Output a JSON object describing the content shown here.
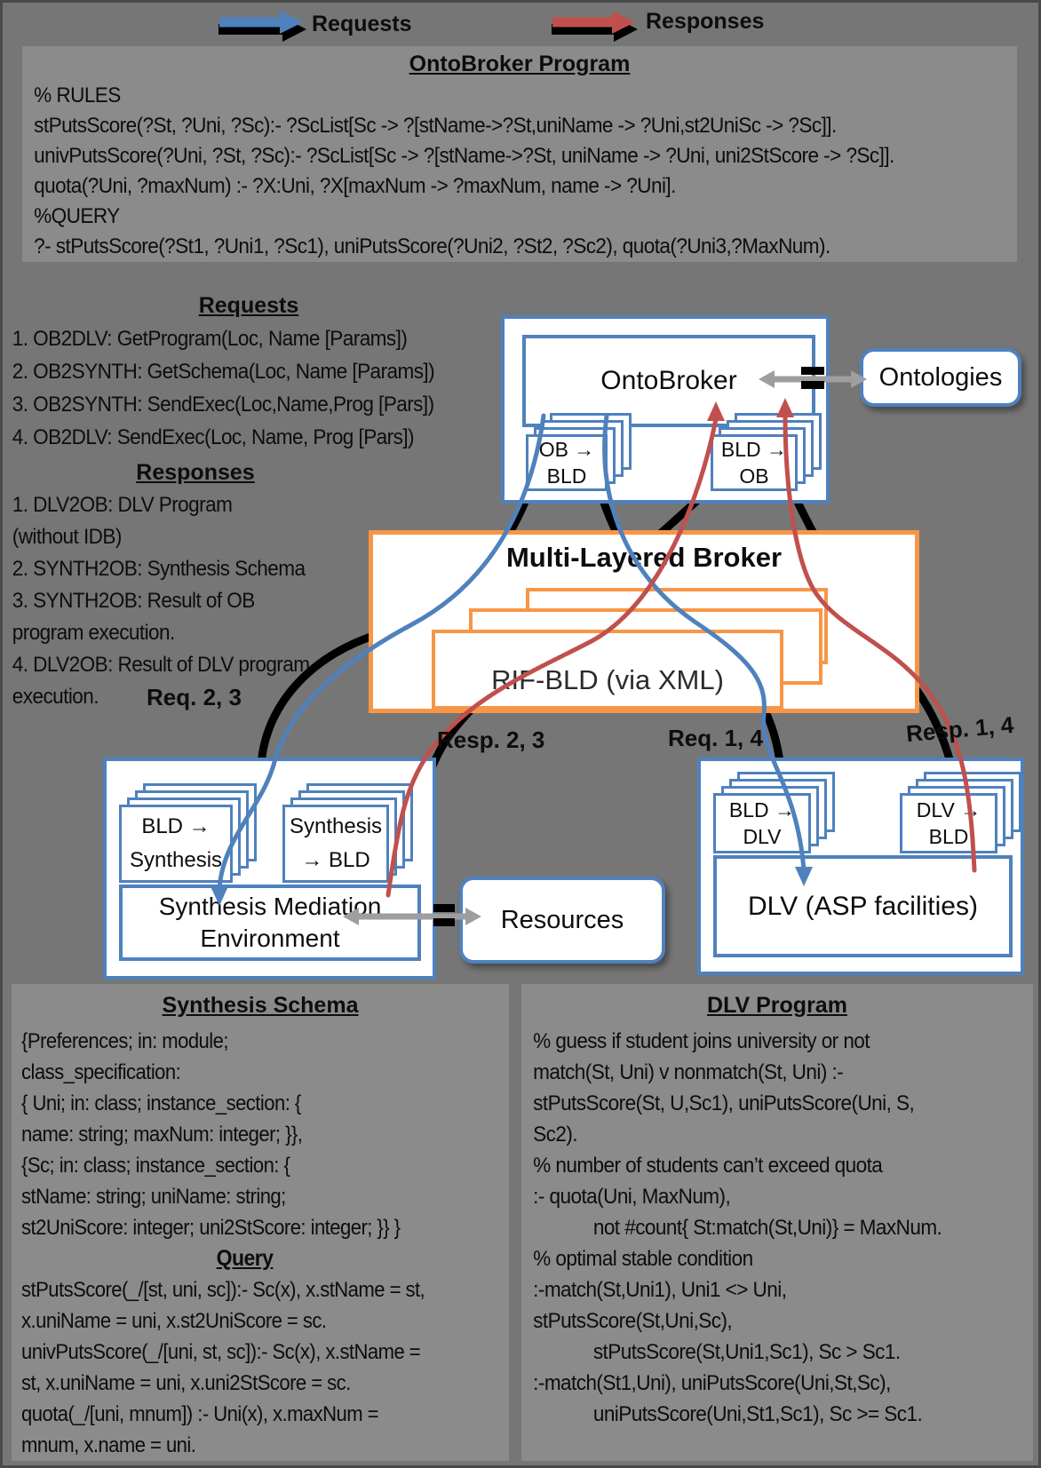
{
  "colors": {
    "accent_blue": "#4F81BD",
    "accent_orange": "#F79646",
    "accent_red": "#C0504D",
    "arrow_gray": "#9E9E9E",
    "background": "#767676",
    "panel_gray": "#8B8B8B"
  },
  "legend": {
    "requests_label": "Requests",
    "responses_label": "Responses"
  },
  "ontobroker_program": {
    "title": "OntoBroker Program",
    "lines": [
      "% RULES",
      "stPutsScore(?St, ?Uni, ?Sc):- ?ScList[Sc -> ?[stName->?St,uniName -> ?Uni,st2UniSc -> ?Sc]].",
      "univPutsScore(?Uni,  ?St, ?Sc):- ?ScList[Sc -> ?[stName->?St, uniName -> ?Uni, uni2StScore -> ?Sc]].",
      "quota(?Uni, ?maxNum) :- ?X:Uni, ?X[maxNum -> ?maxNum, name -> ?Uni].",
      "%QUERY",
      "?- stPutsScore(?St1, ?Uni1, ?Sc1), uniPutsScore(?Uni2, ?St2, ?Sc2), quota(?Uni3,?MaxNum)."
    ]
  },
  "requests_list": {
    "title": "Requests",
    "items": [
      "1. OB2DLV: GetProgram(Loc, Name [Params])",
      "2. OB2SYNTH: GetSchema(Loc, Name [Params])",
      "3. OB2SYNTH: SendExec(Loc,Name,Prog [Pars])",
      "4. OB2DLV: SendExec(Loc, Name, Prog [Pars])"
    ]
  },
  "responses_list": {
    "title": "Responses",
    "items": [
      "1. DLV2OB: DLV Program",
      "(without IDB)",
      "2. SYNTH2OB: Synthesis Schema",
      "3. SYNTH2OB: Result of OB",
      "program execution.",
      "4. DLV2OB: Result of DLV program",
      "execution."
    ]
  },
  "diagram": {
    "ontobroker_label": "OntoBroker",
    "ontologies_label": "Ontologies",
    "broker_title": "Multi-Layered Broker",
    "rif_label": "RIF-BLD (via XML)",
    "synthesis_line1": "Synthesis Mediation",
    "synthesis_line2": "Environment",
    "resources_label": "Resources",
    "dlv_label": "DLV (ASP facilities)",
    "cards": {
      "ob_bld": [
        "OB →",
        "BLD"
      ],
      "bld_ob": [
        "BLD →",
        "OB"
      ],
      "bld_synth": [
        "BLD →",
        "Synthesis"
      ],
      "synth_bld": [
        "Synthesis",
        "→ BLD"
      ],
      "bld_dlv": [
        "BLD →",
        "DLV"
      ],
      "dlv_bld": [
        "DLV →",
        "BLD"
      ]
    },
    "edge_labels": {
      "req23": "Req. 2, 3",
      "resp23": "Resp. 2, 3",
      "req14": "Req. 1, 4",
      "resp14": "Resp. 1, 4"
    }
  },
  "synthesis_schema": {
    "title": "Synthesis Schema",
    "lines": [
      "{Preferences; in: module;",
      "class_specification:",
      "{ Uni; in: class; instance_section: {",
      "name: string; maxNum: integer; }},",
      "{Sc; in: class; instance_section: {",
      "stName: string; uniName: string;",
      "st2UniScore: integer; uni2StScore: integer; }} }"
    ],
    "query_title": "Query",
    "query_lines": [
      "stPutsScore(_/[st, uni, sc]):- Sc(x), x.stName = st,",
      "x.uniName = uni, x.st2UniScore = sc.",
      "univPutsScore(_/[uni, st, sc]):-  Sc(x), x.stName =",
      "st, x.uniName = uni, x.uni2StScore = sc.",
      "quota(_/[uni, mnum]) :- Uni(x), x.maxNum =",
      "mnum, x.name = uni."
    ]
  },
  "dlv_program": {
    "title": "DLV Program",
    "lines": [
      "% guess if student joins university or not",
      "match(St, Uni) v nonmatch(St, Uni) :-",
      "stPutsScore(St, U,Sc1), uniPutsScore(Uni, S,",
      "Sc2).",
      "% number of students can’t exceed quota",
      ":- quota(Uni, MaxNum),",
      "not #count{ St:match(St,Uni)} = MaxNum.",
      "% optimal stable condition",
      ":-match(St,Uni1), Uni1 <> Uni,",
      "stPutsScore(St,Uni,Sc),",
      "stPutsScore(St,Uni1,Sc1), Sc > Sc1.",
      ":-match(St1,Uni),  uniPutsScore(Uni,St,Sc),",
      "uniPutsScore(Uni,St1,Sc1), Sc >= Sc1."
    ]
  }
}
